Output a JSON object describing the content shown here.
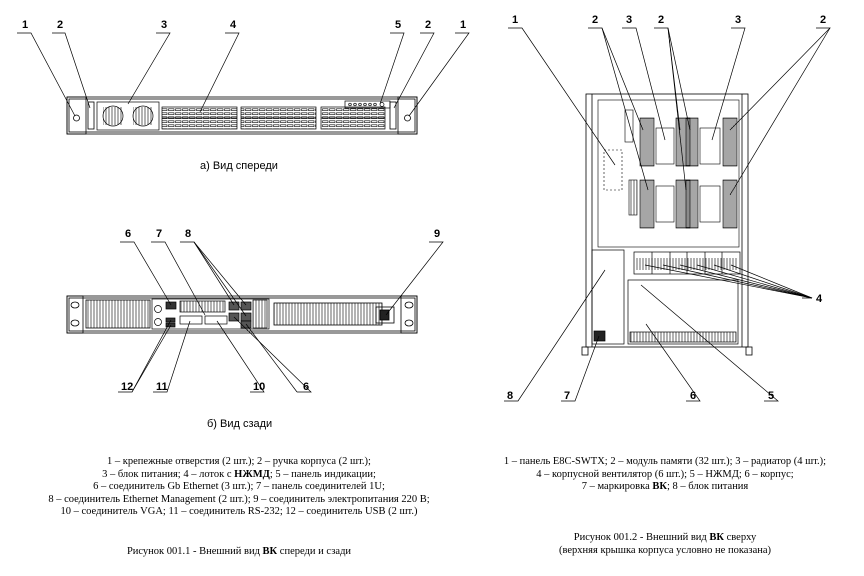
{
  "left_figure": {
    "front_view": {
      "caption": "а) Вид спереди",
      "callouts": [
        "1",
        "2",
        "3",
        "4",
        "5",
        "2",
        "1"
      ]
    },
    "rear_view": {
      "caption": "б) Вид сзади",
      "callouts_top": [
        "6",
        "7",
        "8",
        "9"
      ],
      "callouts_bottom": [
        "12",
        "11",
        "10",
        "6"
      ]
    },
    "legend": [
      "1 – крепежные отверстия (2 шт.); 2 – ручка корпуса (2 шт.);",
      "3 – блок питания; 4 – лоток с ",
      "НЖМД",
      "; 5 – панель индикации;",
      "6 – соединитель Gb Ethernet (3 шт.); 7 – панель соединителей 1U;",
      "8 – соединитель Ethernet Management (2 шт.); 9 – соединитель электропитания 220 В;",
      "10 – соединитель VGA; 11 – соединитель RS-232; 12 – соединитель USB (2 шт.)"
    ],
    "title_prefix": "Рисунок 001.1 - Внешний вид ",
    "title_bold": "ВК",
    "title_suffix": " спереди и сзади"
  },
  "right_figure": {
    "callouts_top": [
      "1",
      "2",
      "3",
      "2",
      "3",
      "2"
    ],
    "callouts_side": [
      "4"
    ],
    "callouts_bottom": [
      "8",
      "7",
      "6",
      "5"
    ],
    "legend_line1": "1 – панель E8C-SWTX; 2 – модуль памяти (32 шт.); 3 – радиатор (4 шт.);",
    "legend_line2": "4 – корпусной вентилятор (6 шт.); 5 – НЖМД; 6 – корпус;",
    "legend_line3_prefix": "7 – маркировка ",
    "legend_line3_bold": "ВК",
    "legend_line3_suffix": "; 8 – блок питания",
    "title_prefix": "Рисунок 001.2 - Внешний вид ",
    "title_bold": "ВК",
    "title_suffix": " сверху",
    "title_line2": "(верхняя крышка корпуса условно не показана)"
  }
}
